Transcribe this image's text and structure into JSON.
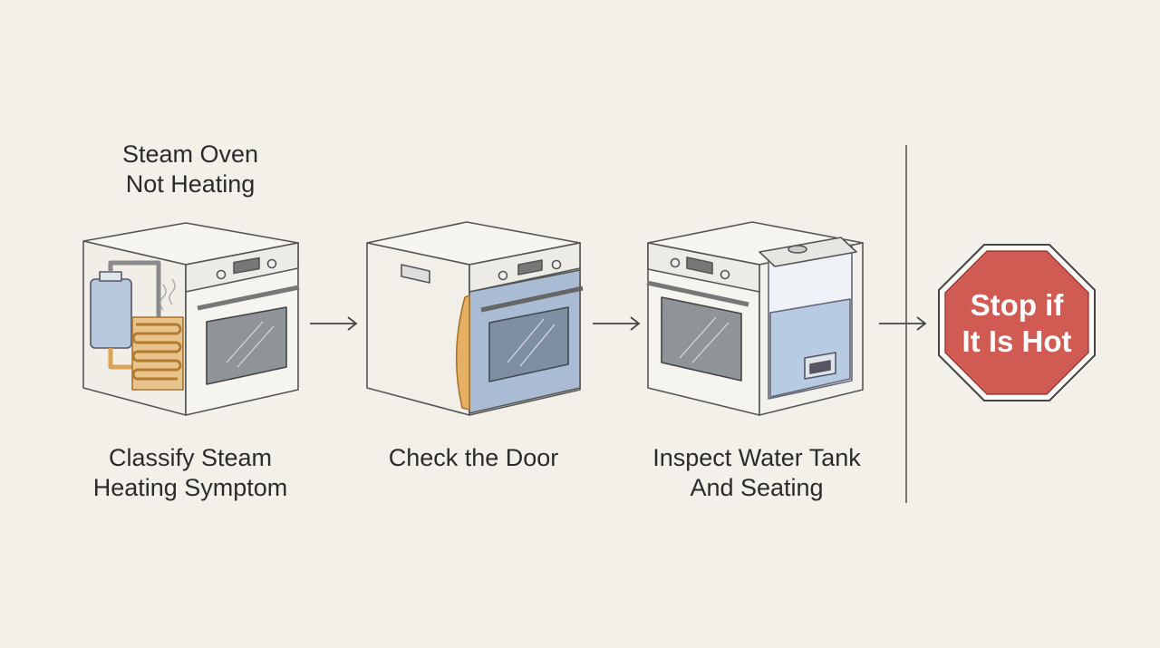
{
  "title": {
    "line1": "Steam Oven",
    "line2": "Not Heating"
  },
  "steps": [
    {
      "line1": "Classify Steam",
      "line2": "Heating Symptom"
    },
    {
      "line1": "Check the Door",
      "line2": ""
    },
    {
      "line1": "Inspect Water Tank",
      "line2": "And Seating"
    }
  ],
  "stop_sign": {
    "line1": "Stop if",
    "line2": "It Is Hot",
    "color": "#cf5b52"
  },
  "colors": {
    "background": "#f3f0e9",
    "steam_tube": "#d9a45a",
    "door_glass": "#a9bcd4",
    "tank_water": "#b7cbe2"
  }
}
